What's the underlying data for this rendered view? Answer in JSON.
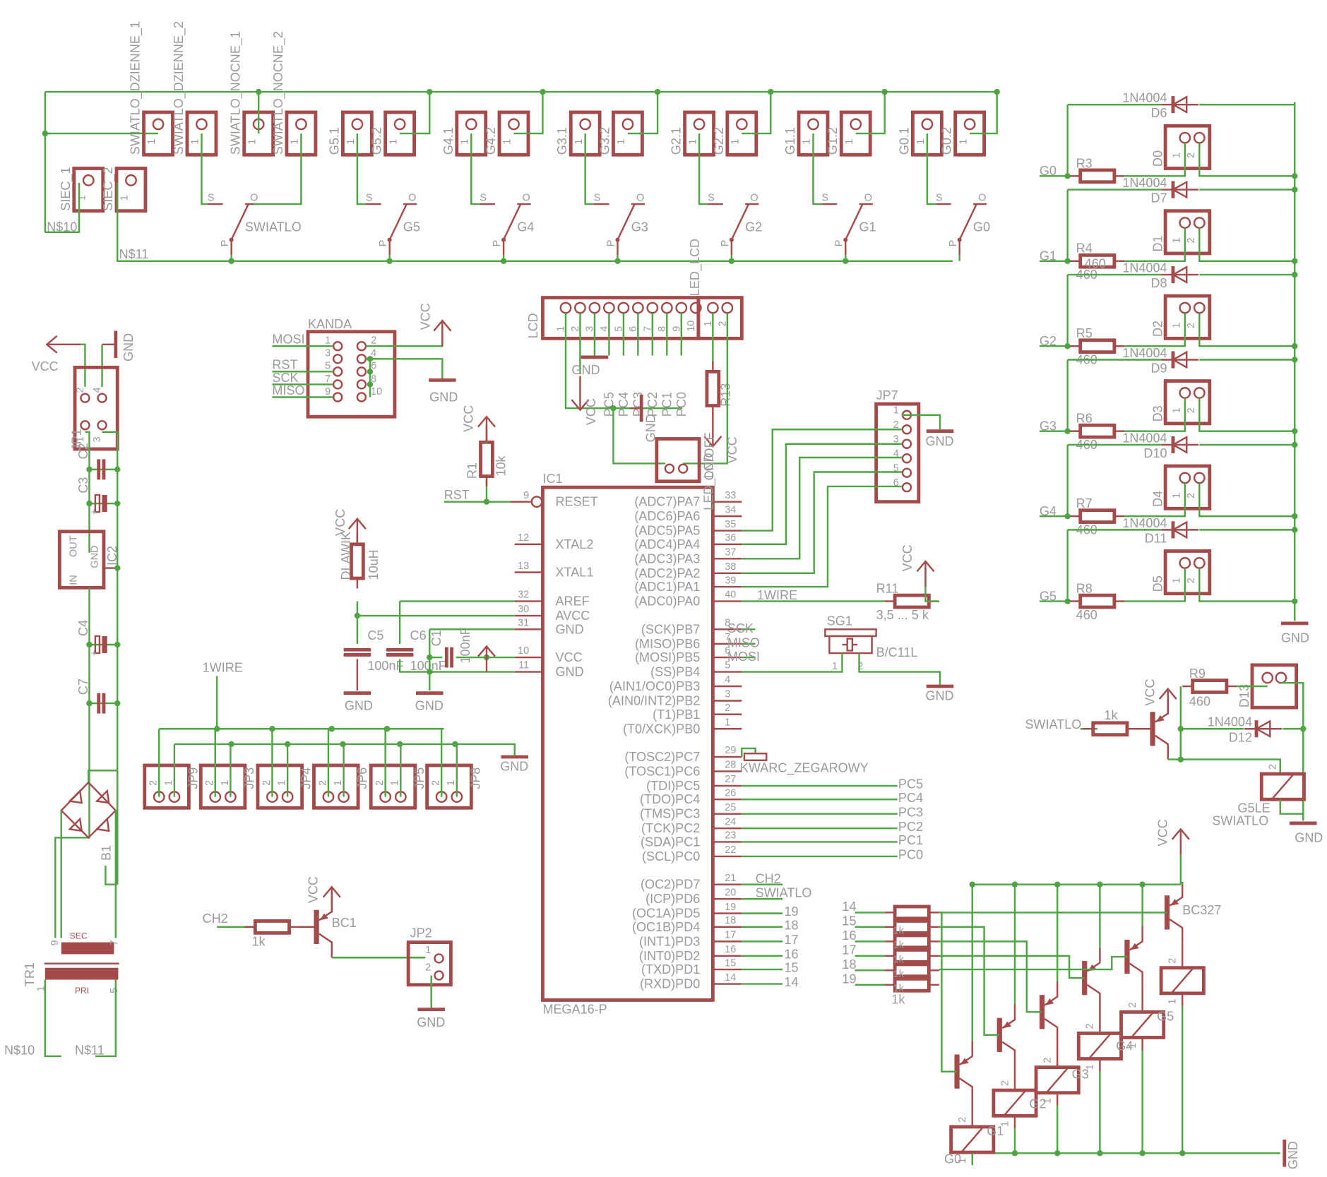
{
  "title": "Schematic - MEGA16-P lighting / relay controller",
  "top_connectors": [
    {
      "name": "SWIATLO_DZIENNE_1",
      "pin": "1"
    },
    {
      "name": "SWIATLO_DZIENNE_2",
      "pin": "1"
    },
    {
      "name": "SWIATLO_NOCNE_1",
      "pin": "1"
    },
    {
      "name": "SWIATLO_NOCNE_2",
      "pin": "1"
    },
    {
      "name": "G5.1",
      "pin": "1"
    },
    {
      "name": "G5.2",
      "pin": "1"
    },
    {
      "name": "G4.1",
      "pin": "1"
    },
    {
      "name": "G4.2",
      "pin": "1"
    },
    {
      "name": "G3.1",
      "pin": "1"
    },
    {
      "name": "G3.2",
      "pin": "1"
    },
    {
      "name": "G2.1",
      "pin": "1"
    },
    {
      "name": "G2.2",
      "pin": "1"
    },
    {
      "name": "G1.1",
      "pin": "1"
    },
    {
      "name": "G1.2",
      "pin": "1"
    },
    {
      "name": "G0.1",
      "pin": "1"
    },
    {
      "name": "G0.2",
      "pin": "1"
    }
  ],
  "siec": [
    {
      "name": "SIEC_1",
      "pin": "1"
    },
    {
      "name": "SIEC_2",
      "pin": "1"
    }
  ],
  "nets": {
    "n10": "N$10",
    "n11": "N$11"
  },
  "relay_switches": [
    {
      "name": "SWIATLO",
      "s": "S",
      "o": "O",
      "p": "P"
    },
    {
      "name": "G5",
      "s": "S",
      "o": "O",
      "p": "P"
    },
    {
      "name": "G4",
      "s": "S",
      "o": "O",
      "p": "P"
    },
    {
      "name": "G3",
      "s": "S",
      "o": "O",
      "p": "P"
    },
    {
      "name": "G2",
      "s": "S",
      "o": "O",
      "p": "P"
    },
    {
      "name": "G1",
      "s": "S",
      "o": "O",
      "p": "P"
    },
    {
      "name": "G0",
      "s": "S",
      "o": "O",
      "p": "P"
    }
  ],
  "power": {
    "vcc": "VCC",
    "gnd": "GND",
    "jp1": "JP1",
    "jp1_pins": [
      "2",
      "4",
      "1",
      "3"
    ],
    "c2": "C2",
    "c3": "C3",
    "c4": "C4",
    "c7": "C7",
    "ic2": "IC2",
    "ic2_pins": [
      "OUT",
      "GND",
      "IN"
    ],
    "b1": "B1",
    "tr1": "TR1",
    "sec": "SEC",
    "pri": "PRI",
    "tr_pins": [
      "9",
      "7",
      "1",
      "5"
    ],
    "plus": "+"
  },
  "kanda": {
    "name": "KANDA",
    "left_signals": [
      "MOSI",
      "RST",
      "SCK",
      "MISO"
    ],
    "pins": [
      "1",
      "2",
      "3",
      "4",
      "5",
      "6",
      "7",
      "8",
      "9",
      "10"
    ]
  },
  "lcd": {
    "name": "LCD",
    "led_name": "LED_LCD",
    "pins": [
      "1",
      "2",
      "3",
      "4",
      "5",
      "6",
      "7",
      "8",
      "9",
      "10"
    ],
    "led_pins": [
      "1",
      "2"
    ],
    "signals": [
      "VCC",
      "PC5",
      "PC4",
      "PC3",
      "PC2",
      "PC1",
      "PC0",
      "GND",
      "GND",
      "VCC"
    ],
    "r13": "R13",
    "onoff": "ON/OFF"
  },
  "jp7": {
    "name": "JP7",
    "pins": [
      "1",
      "2",
      "3",
      "4",
      "5",
      "6"
    ]
  },
  "r1": {
    "name": "R1",
    "value": "10k",
    "net": "RST"
  },
  "dlawik": {
    "name": "DLAWIK",
    "value": "10uH"
  },
  "caps": {
    "c5": "C5",
    "c6": "C6",
    "c1": "C1",
    "c5v": "100nF",
    "c6v": "100nF",
    "c1v": "100nF"
  },
  "ic1": {
    "name": "IC1",
    "part": "MEGA16-P",
    "left_pins": [
      {
        "num": "9",
        "label": "RESET"
      },
      {
        "num": "12",
        "label": "XTAL2"
      },
      {
        "num": "13",
        "label": "XTAL1"
      },
      {
        "num": "32",
        "label": "AREF"
      },
      {
        "num": "30",
        "label": "AVCC"
      },
      {
        "num": "31",
        "label": "GND"
      },
      {
        "num": "10",
        "label": "VCC"
      },
      {
        "num": "11",
        "label": "GND"
      }
    ],
    "right_pins": [
      {
        "num": "33",
        "label": "(ADC7)PA7"
      },
      {
        "num": "34",
        "label": "(ADC6)PA6"
      },
      {
        "num": "35",
        "label": "(ADC5)PA5"
      },
      {
        "num": "36",
        "label": "(ADC4)PA4"
      },
      {
        "num": "37",
        "label": "(ADC3)PA3"
      },
      {
        "num": "38",
        "label": "(ADC2)PA2"
      },
      {
        "num": "39",
        "label": "(ADC1)PA1"
      },
      {
        "num": "40",
        "label": "(ADC0)PA0"
      },
      {
        "num": "8",
        "label": "(SCK)PB7"
      },
      {
        "num": "7",
        "label": "(MISO)PB6"
      },
      {
        "num": "6",
        "label": "(MOSI)PB5"
      },
      {
        "num": "5",
        "label": "(SS)PB4"
      },
      {
        "num": "4",
        "label": "(AIN1/OC0)PB3"
      },
      {
        "num": "3",
        "label": "(AIN0/INT2)PB2"
      },
      {
        "num": "2",
        "label": "(T1)PB1"
      },
      {
        "num": "1",
        "label": "(T0/XCK)PB0"
      },
      {
        "num": "29",
        "label": "(TOSC2)PC7"
      },
      {
        "num": "28",
        "label": "(TOSC1)PC6"
      },
      {
        "num": "27",
        "label": "(TDI)PC5"
      },
      {
        "num": "26",
        "label": "(TDO)PC4"
      },
      {
        "num": "25",
        "label": "(TMS)PC3"
      },
      {
        "num": "24",
        "label": "(TCK)PC2"
      },
      {
        "num": "23",
        "label": "(SDA)PC1"
      },
      {
        "num": "22",
        "label": "(SCL)PC0"
      },
      {
        "num": "21",
        "label": "(OC2)PD7"
      },
      {
        "num": "20",
        "label": "(ICP)PD6"
      },
      {
        "num": "19",
        "label": "(OC1A)PD5"
      },
      {
        "num": "18",
        "label": "(OC1B)PD4"
      },
      {
        "num": "17",
        "label": "(INT1)PD3"
      },
      {
        "num": "16",
        "label": "(INT0)PD2"
      },
      {
        "num": "15",
        "label": "(TXD)PD1"
      },
      {
        "num": "14",
        "label": "(RXD)PD0"
      }
    ],
    "pb_nets": [
      "SCK",
      "MISO",
      "MOSI"
    ],
    "pc_nets": [
      "PC5",
      "PC4",
      "PC3",
      "PC2",
      "PC1",
      "PC0"
    ],
    "pd_nets": [
      "CH2",
      "SWIATLO",
      "19",
      "18",
      "17",
      "16",
      "15",
      "14"
    ],
    "onewire": "1WIRE",
    "kwarc": "KWARC_ZEGAROWY"
  },
  "r11": {
    "name": "R11",
    "value": "3,5 ... 5 k"
  },
  "sg1": {
    "name": "SG1",
    "part": "B/C11L",
    "pins": [
      "1",
      "2"
    ]
  },
  "onewire_bus": {
    "label": "1WIRE",
    "connectors": [
      "JP9",
      "JP3",
      "JP4",
      "JP6",
      "JP5",
      "JP8"
    ],
    "pins": [
      "2",
      "1"
    ]
  },
  "bc1": {
    "name": "BC1",
    "in": "CH2",
    "r": "1k",
    "jp": "JP2",
    "jp_pins": [
      "1",
      "2"
    ]
  },
  "leds": [
    {
      "g": "G0",
      "r": "R3",
      "rv": "",
      "d": "D0",
      "diode": "D6",
      "dv": "1N4004"
    },
    {
      "g": "G1",
      "r": "R4",
      "rv": "460",
      "d": "D1",
      "diode": "D7",
      "dv": "1N4004"
    },
    {
      "g": "G2",
      "r": "R5",
      "rv": "460",
      "d": "D2",
      "diode": "D8",
      "dv": "1N4004"
    },
    {
      "g": "G3",
      "r": "R6",
      "rv": "460",
      "d": "D3",
      "diode": "D9",
      "dv": "1N4004"
    },
    {
      "g": "G4",
      "r": "R7",
      "rv": "460",
      "d": "D4",
      "diode": "D10",
      "dv": "1N4004"
    },
    {
      "g": "G5",
      "r": "R8",
      "rv": "460",
      "d": "D5",
      "diode": "D11",
      "dv": "1N4004"
    }
  ],
  "led_pins": [
    "1",
    "2"
  ],
  "swiatlo_driver": {
    "in": "SWIATLO",
    "r": "1k",
    "r9": "R9",
    "r9v": "460",
    "d13": "D13",
    "d12": "D12",
    "d12v": "1N4004",
    "relay": "G5LE",
    "relay_name": "SWIATLO"
  },
  "relay_bank": {
    "inputs": [
      "14",
      "15",
      "16",
      "17",
      "18",
      "19"
    ],
    "r": "1k",
    "transistor": "BC327",
    "relays": [
      "G0",
      "G1",
      "G2",
      "G3",
      "G4",
      "G5"
    ],
    "pins": [
      "2",
      "1"
    ]
  }
}
